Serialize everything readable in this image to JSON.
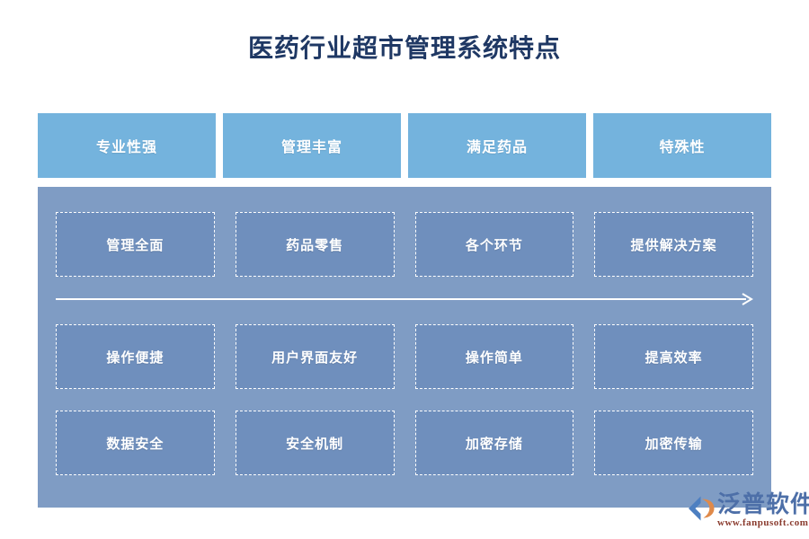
{
  "page": {
    "title": "医药行业超市管理系统特点",
    "background_color": "#ffffff",
    "title_color": "#1f3864"
  },
  "colors": {
    "header_card": "#74b3dd",
    "panel": "#7f9cc4",
    "cell": "#6f8fbd",
    "cell_border": "#ffffff",
    "arrow": "#ffffff",
    "logo_text": "#4d6fa8",
    "logo_url": "#8a3b2e",
    "logo_mark_blue": "#4d7fc1",
    "logo_mark_orange": "#e08a4a"
  },
  "header": {
    "cards": [
      {
        "label": "专业性强"
      },
      {
        "label": "管理丰富"
      },
      {
        "label": "满足药品"
      },
      {
        "label": "特殊性"
      }
    ]
  },
  "panel": {
    "rows": [
      {
        "name": "row-1",
        "cells": [
          {
            "label": "管理全面"
          },
          {
            "label": "药品零售"
          },
          {
            "label": "各个环节"
          },
          {
            "label": "提供解决方案"
          }
        ]
      },
      {
        "name": "row-2",
        "cells": [
          {
            "label": "操作便捷"
          },
          {
            "label": "用户界面友好"
          },
          {
            "label": "操作简单"
          },
          {
            "label": "提高效率"
          }
        ]
      },
      {
        "name": "row-3",
        "cells": [
          {
            "label": "数据安全"
          },
          {
            "label": "安全机制"
          },
          {
            "label": "加密存储"
          },
          {
            "label": "加密传输"
          }
        ]
      }
    ],
    "arrow": {
      "icon": "right-arrow-icon",
      "direction": "right"
    }
  },
  "watermark": {
    "brand_zh": "泛普软件",
    "url": "www.fanpusoft.com",
    "mark_icon": "fanpu-logo-mark-icon"
  }
}
